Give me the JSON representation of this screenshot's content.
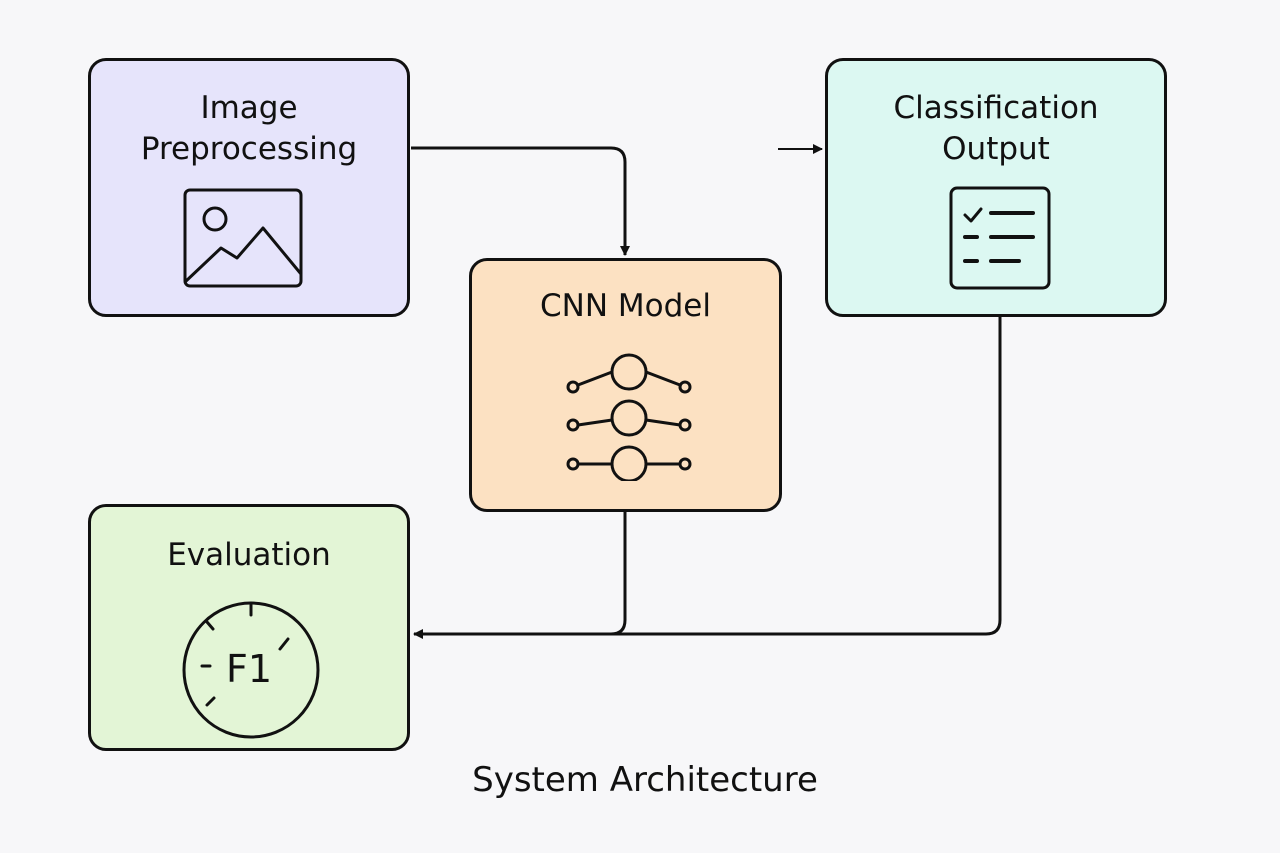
{
  "caption": "System Architecture",
  "nodes": {
    "preprocessing": {
      "title": "Image\nPreprocessing",
      "icon": "image-icon",
      "fill": "#e6e4fb"
    },
    "cnn": {
      "title": "CNN Model",
      "icon": "neural-network-icon",
      "fill": "#fce1c2"
    },
    "output": {
      "title": "Classification\nOutput",
      "icon": "checklist-icon",
      "fill": "#dcf8f2"
    },
    "evaluation": {
      "title": "Evaluation",
      "icon": "gauge-icon",
      "gauge_label": "F1",
      "fill": "#e3f5d6"
    }
  },
  "edges": [
    {
      "from": "preprocessing",
      "to": "cnn"
    },
    {
      "from": "cnn",
      "to": "evaluation"
    },
    {
      "from": "output",
      "to": "evaluation"
    },
    {
      "from": "",
      "to": "output"
    }
  ],
  "colors": {
    "stroke": "#111111",
    "background": "#f7f7f9"
  }
}
